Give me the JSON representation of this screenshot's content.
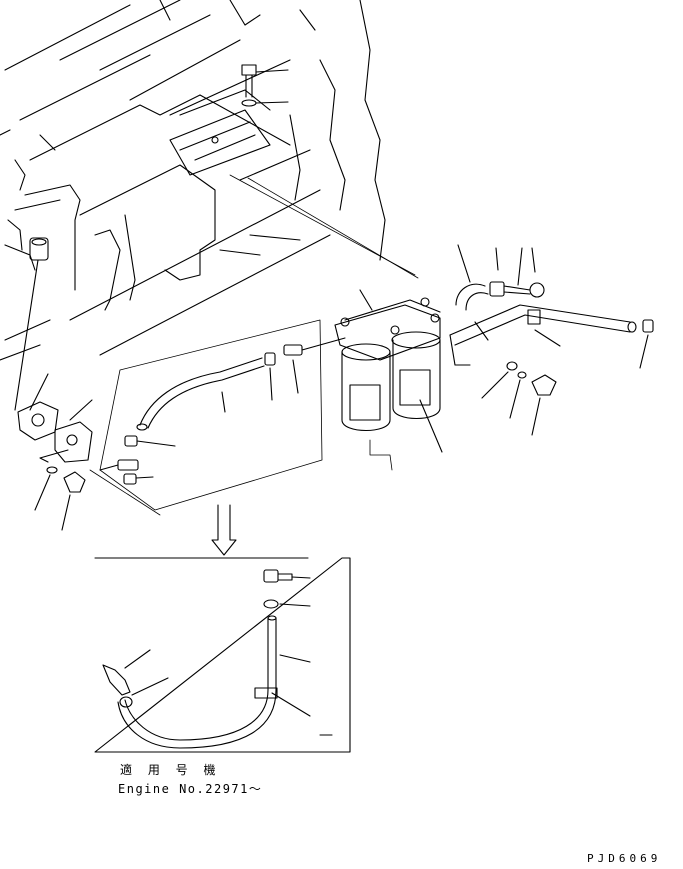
{
  "notes": {
    "serial_title": "適 用 号 機",
    "serial_range": "Engine No.22971～"
  },
  "drawing_code": "PJD6069",
  "inset_marker": "⇩"
}
